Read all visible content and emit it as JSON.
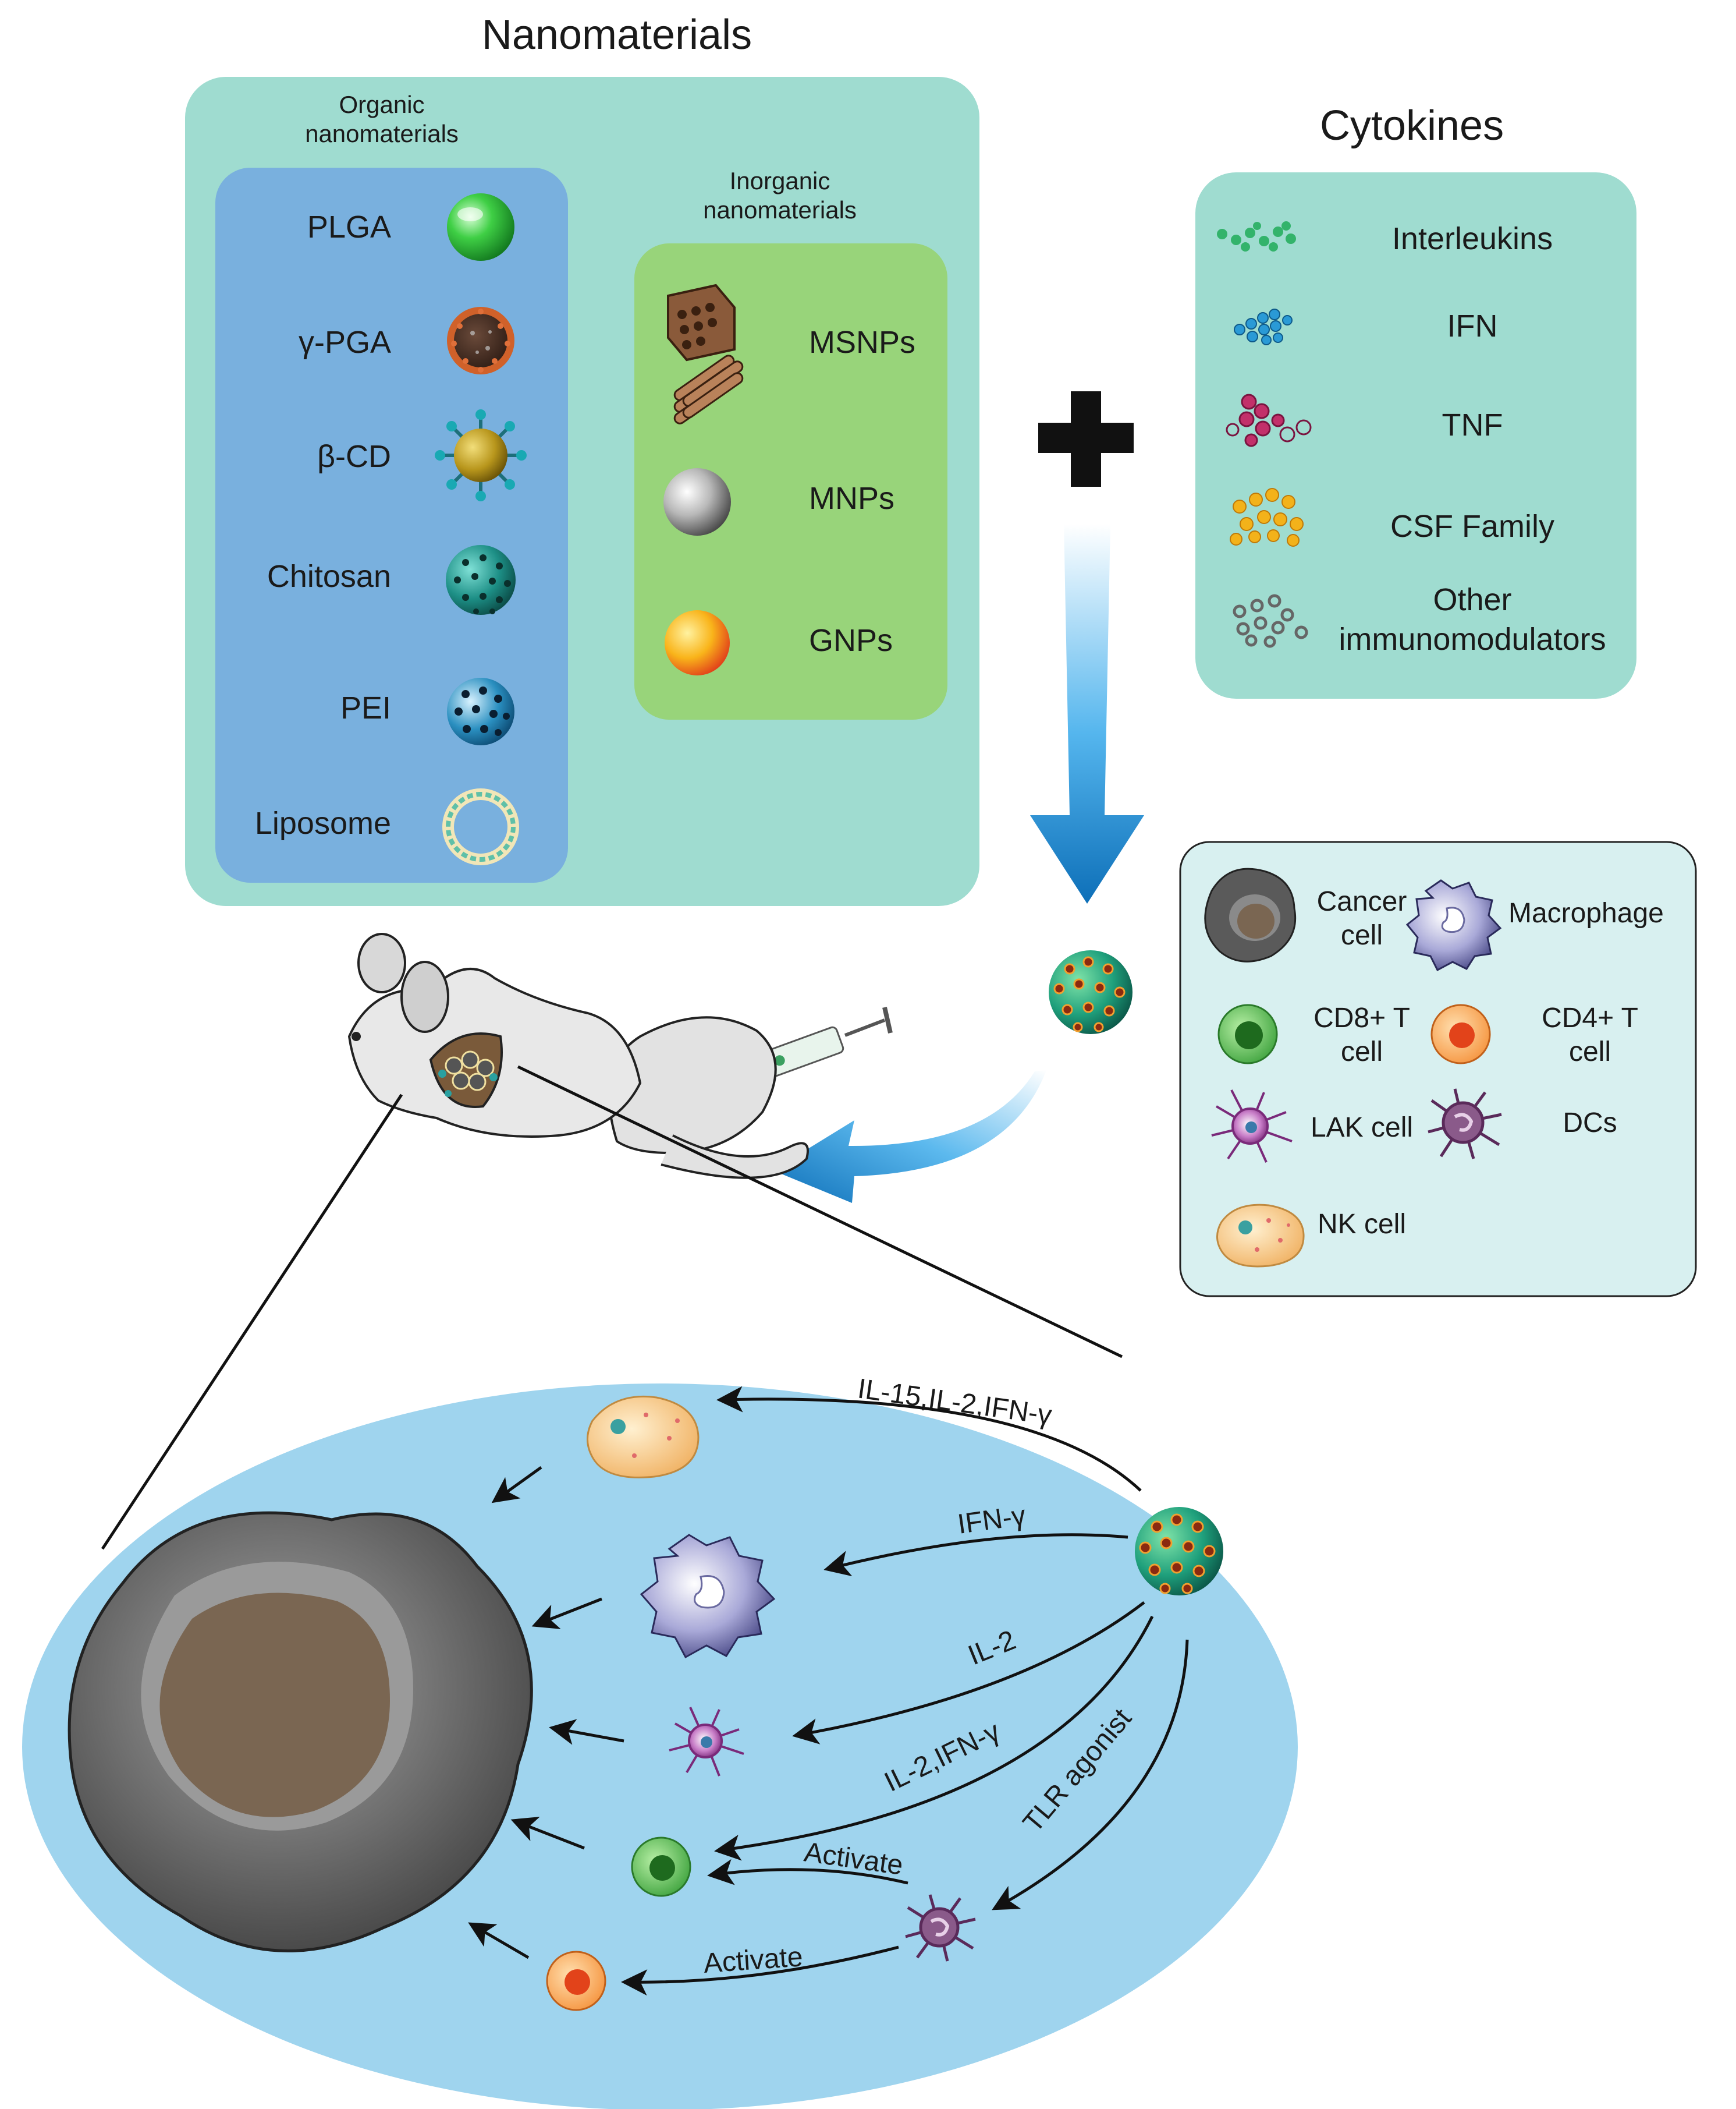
{
  "nanomaterials": {
    "title": "Nanomaterials",
    "organic": {
      "heading_line1": "Organic",
      "heading_line2": "nanomaterials",
      "items": [
        {
          "label": "PLGA",
          "icon": "plga-sphere-icon",
          "color": "#2fbf3a"
        },
        {
          "label": "γ-PGA",
          "icon": "pga-sphere-icon",
          "color": "#8a4a2a"
        },
        {
          "label": "β-CD",
          "icon": "beta-cd-sphere-icon",
          "color": "#b89a20"
        },
        {
          "label": "Chitosan",
          "icon": "chitosan-sphere-icon",
          "color": "#1d8f86"
        },
        {
          "label": "PEI",
          "icon": "pei-sphere-icon",
          "color": "#2a8fc0"
        },
        {
          "label": "Liposome",
          "icon": "liposome-icon",
          "color": "#6cc7b0"
        }
      ]
    },
    "inorganic": {
      "heading_line1": "Inorganic",
      "heading_line2": "nanomaterials",
      "items": [
        {
          "label": "MSNPs",
          "icon": "msnp-rods-icon",
          "color": "#8a5a3a"
        },
        {
          "label": "MNPs",
          "icon": "mnp-sphere-icon",
          "color": "#9a9a9a"
        },
        {
          "label": "GNPs",
          "icon": "gnp-sphere-icon",
          "color": "#f5a31a"
        }
      ]
    }
  },
  "cytokines": {
    "title": "Cytokines",
    "items": [
      {
        "label": "Interleukins",
        "icon": "interleukin-dots-icon",
        "color": "#33b36b"
      },
      {
        "label": "IFN",
        "icon": "ifn-dots-icon",
        "color": "#2a9ad6"
      },
      {
        "label": "TNF",
        "icon": "tnf-dots-icon",
        "color": "#c2306a"
      },
      {
        "label": "CSF Family",
        "icon": "csf-dots-icon",
        "color": "#f3b21a"
      },
      {
        "label_line1": "Other",
        "label_line2": "immunomodulators",
        "icon": "other-dots-icon",
        "color": "#777777"
      }
    ]
  },
  "legend": {
    "cancer_cell_line1": "Cancer",
    "cancer_cell_line2": "cell",
    "macrophage": "Macrophage",
    "cd8_line1": "CD8+ T",
    "cd8_line2": "cell",
    "cd4_line1": "CD4+ T",
    "cd4_line2": "cell",
    "lak": "LAK cell",
    "dcs": "DCs",
    "nk": "NK cell"
  },
  "pathways": {
    "nk": "IL-15,IL-2,IFN-γ",
    "macrophage": "IFN-γ",
    "lak": "IL-2",
    "cd8": "IL-2,IFN-γ",
    "tlr": "TLR agonist",
    "activate_cd8": "Activate",
    "activate_cd4": "Activate"
  },
  "colors": {
    "nano_panel": "#9fdcd0",
    "organic_panel": "#79b0de",
    "inorganic_panel": "#98d47a",
    "cytokine_panel": "#9fdcd0",
    "legend_panel": "#d8f0f0",
    "tumor_ellipse": "#9fd4ee",
    "arrow_blue": "#1f8fd6"
  }
}
